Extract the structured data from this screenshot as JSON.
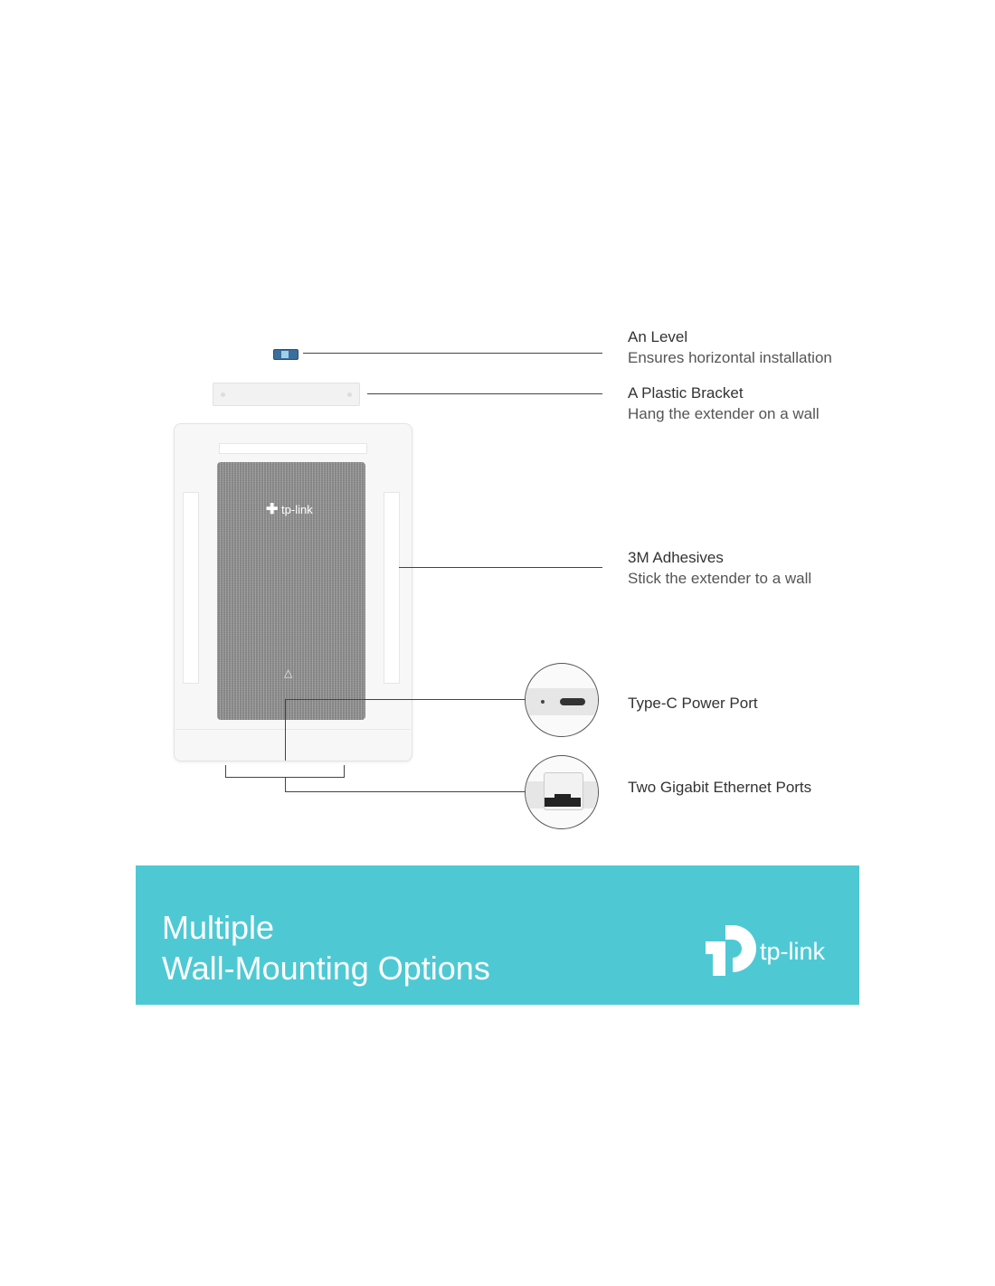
{
  "callouts": [
    {
      "title": "An Level",
      "subtitle": "Ensures horizontal installation"
    },
    {
      "title": "A Plastic Bracket",
      "subtitle": "Hang the extender on a wall"
    },
    {
      "title": "3M Adhesives",
      "subtitle": "Stick the extender to a wall"
    },
    {
      "title": "Type-C Power Port"
    },
    {
      "title": "Two Gigabit Ethernet Ports"
    }
  ],
  "banner": {
    "line1": "Multiple",
    "line2": "Wall-Mounting Options",
    "logo_text": "tp-link",
    "color": "#4ec9d4"
  },
  "device": {
    "logo_text": "tp-link"
  }
}
